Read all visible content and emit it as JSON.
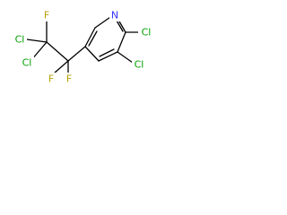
{
  "molecule": {
    "atoms": {
      "nitrogen": {
        "symbol": "N",
        "color": "#3333ff"
      },
      "cl_ring_2": {
        "symbol": "Cl",
        "color": "#00a000"
      },
      "cl_ring_3": {
        "symbol": "Cl",
        "color": "#00a000"
      },
      "cl_chain_a": {
        "symbol": "Cl",
        "color": "#00a000"
      },
      "cl_chain_b": {
        "symbol": "Cl",
        "color": "#00a000"
      },
      "f_top": {
        "symbol": "F",
        "color": "#b8a000"
      },
      "f_left": {
        "symbol": "F",
        "color": "#b8a000"
      },
      "f_right": {
        "symbol": "F",
        "color": "#b8a000"
      }
    },
    "bond_color": "#000000"
  }
}
